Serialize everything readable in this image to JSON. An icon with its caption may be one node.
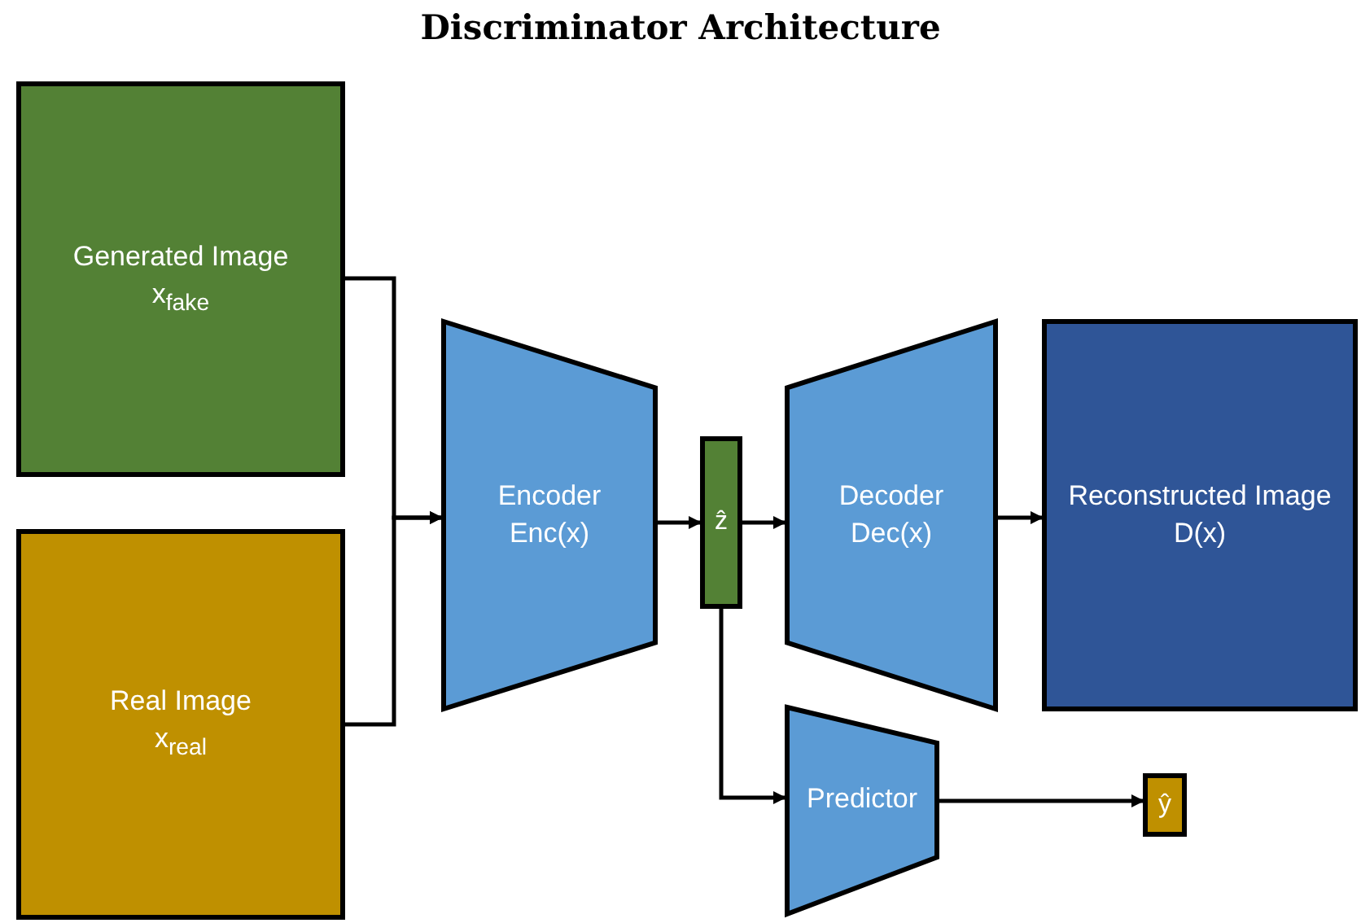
{
  "diagram": {
    "title": "Discriminator Architecture",
    "nodes": [
      {
        "text": [
          "Generated Image",
          "x$_{fake}$"
        ]
      },
      {
        "text": [
          "Real Image",
          "x$_{real}$"
        ]
      },
      {
        "text": [
          "Encoder",
          "Enc(x)"
        ]
      },
      {
        "text": [
          "ẑ"
        ]
      },
      {
        "text": [
          "Decoder",
          "Dec(x)"
        ]
      },
      {
        "text": [
          "Reconstructed Image",
          "D(x)"
        ]
      },
      {
        "text": [
          "Predictor"
        ]
      },
      {
        "text": [
          "ŷ"
        ]
      }
    ],
    "edges": [
      {
        "from": 0,
        "to": 2,
        "arrow": "to"
      },
      {
        "from": 1,
        "to": 2,
        "arrow": "to"
      },
      {
        "from": 2,
        "to": 3,
        "arrow": "to"
      },
      {
        "from": 3,
        "to": 4,
        "arrow": "to"
      },
      {
        "from": 4,
        "to": 5,
        "arrow": "to"
      },
      {
        "from": 3,
        "to": 6,
        "arrow": "to"
      },
      {
        "from": 6,
        "to": 7,
        "arrow": "to"
      }
    ]
  }
}
